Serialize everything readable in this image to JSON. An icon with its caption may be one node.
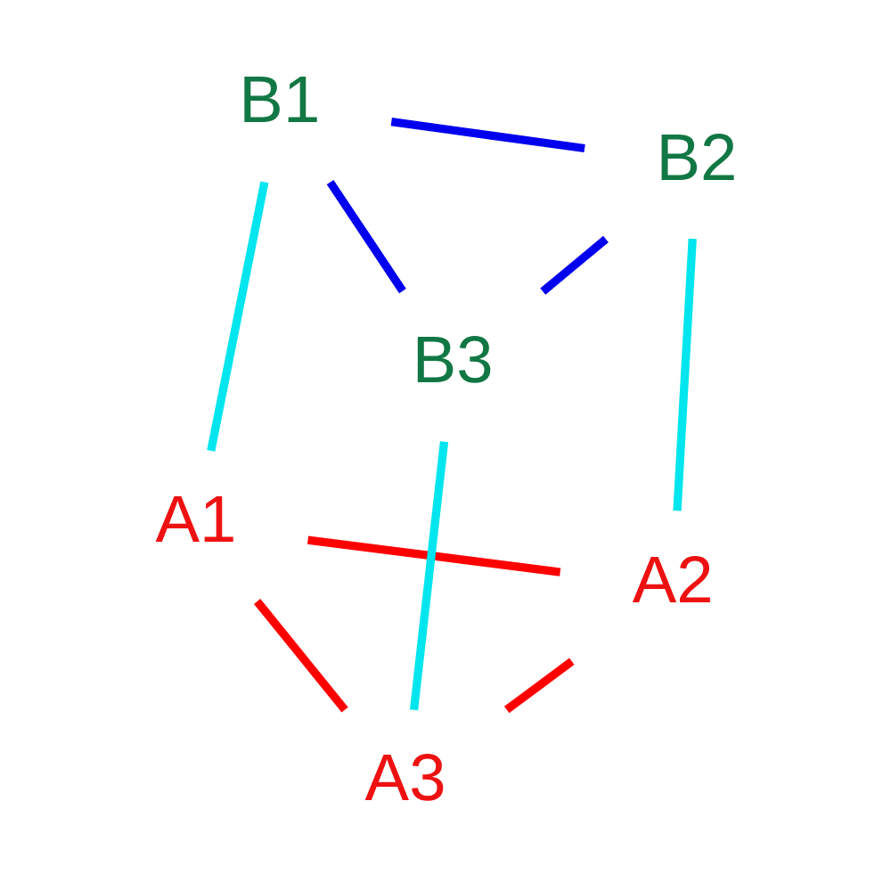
{
  "diagram": {
    "nodes": [
      {
        "text": [
          "A1"
        ]
      },
      {
        "text": [
          "A2"
        ]
      },
      {
        "text": [
          "A3"
        ]
      },
      {
        "text": [
          "B1"
        ]
      },
      {
        "text": [
          "B2"
        ]
      },
      {
        "text": [
          "B3"
        ]
      }
    ],
    "edges": [
      {
        "from": 0,
        "to": 3,
        "arrow": "none",
        "color": "#00e5ee"
      },
      {
        "from": 1,
        "to": 4,
        "arrow": "none",
        "color": "#00e5ee"
      },
      {
        "from": 2,
        "to": 5,
        "arrow": "none",
        "color": "#00e5ee"
      },
      {
        "from": 0,
        "to": 1,
        "arrow": "none",
        "color": "#ff0000"
      },
      {
        "from": 1,
        "to": 2,
        "arrow": "none",
        "color": "#ff0000"
      },
      {
        "from": 2,
        "to": 0,
        "arrow": "none",
        "color": "#ff0000"
      },
      {
        "from": 3,
        "to": 4,
        "arrow": "none",
        "color": "#0000ee"
      },
      {
        "from": 4,
        "to": 5,
        "arrow": "none",
        "color": "#0000ee"
      },
      {
        "from": 5,
        "to": 3,
        "arrow": "none",
        "color": "#0000ee"
      }
    ]
  }
}
